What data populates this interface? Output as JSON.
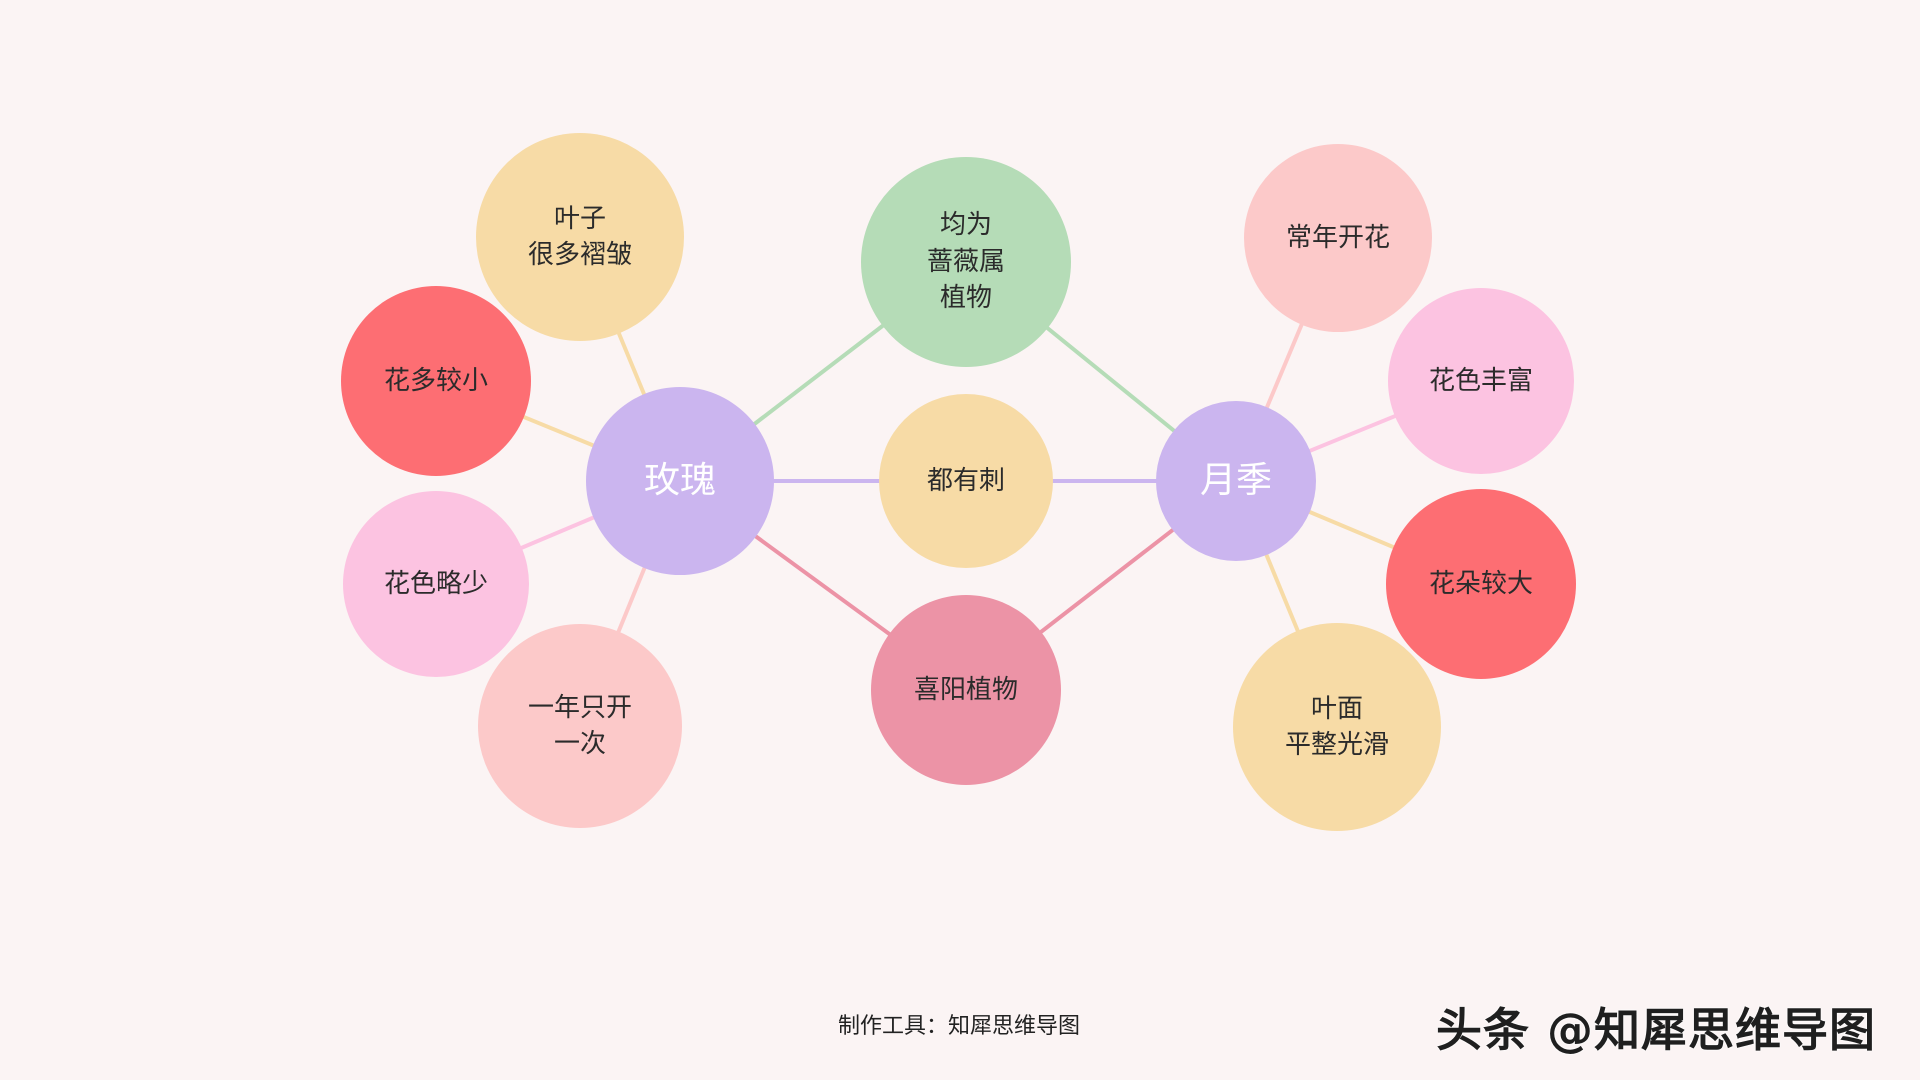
{
  "colors": {
    "background": "#fbf4f4",
    "purple": "#cbb5ef",
    "yellow": "#f7dba6",
    "red": "#fd6e73",
    "pink": "#fcc3e1",
    "peach": "#fcc9c9",
    "green": "#b5dcb7",
    "rose": "#ec93a6"
  },
  "nodes": {
    "rose": "玫瑰",
    "yueji": "月季",
    "common_family": "均为\n蔷薇属\n植物",
    "common_thorns": "都有刺",
    "common_sun": "喜阳植物",
    "rose_leaves": "叶子\n很多褶皱",
    "rose_small": "花多较小",
    "rose_colors": "花色略少",
    "rose_bloom": "一年只开\n一次",
    "yueji_bloom": "常年开花",
    "yueji_colors": "花色丰富",
    "yueji_big": "花朵较大",
    "yueji_leaves": "叶面\n平整光滑"
  },
  "footer": "制作工具：知犀思维导图",
  "watermark": "头条 @知犀思维导图"
}
